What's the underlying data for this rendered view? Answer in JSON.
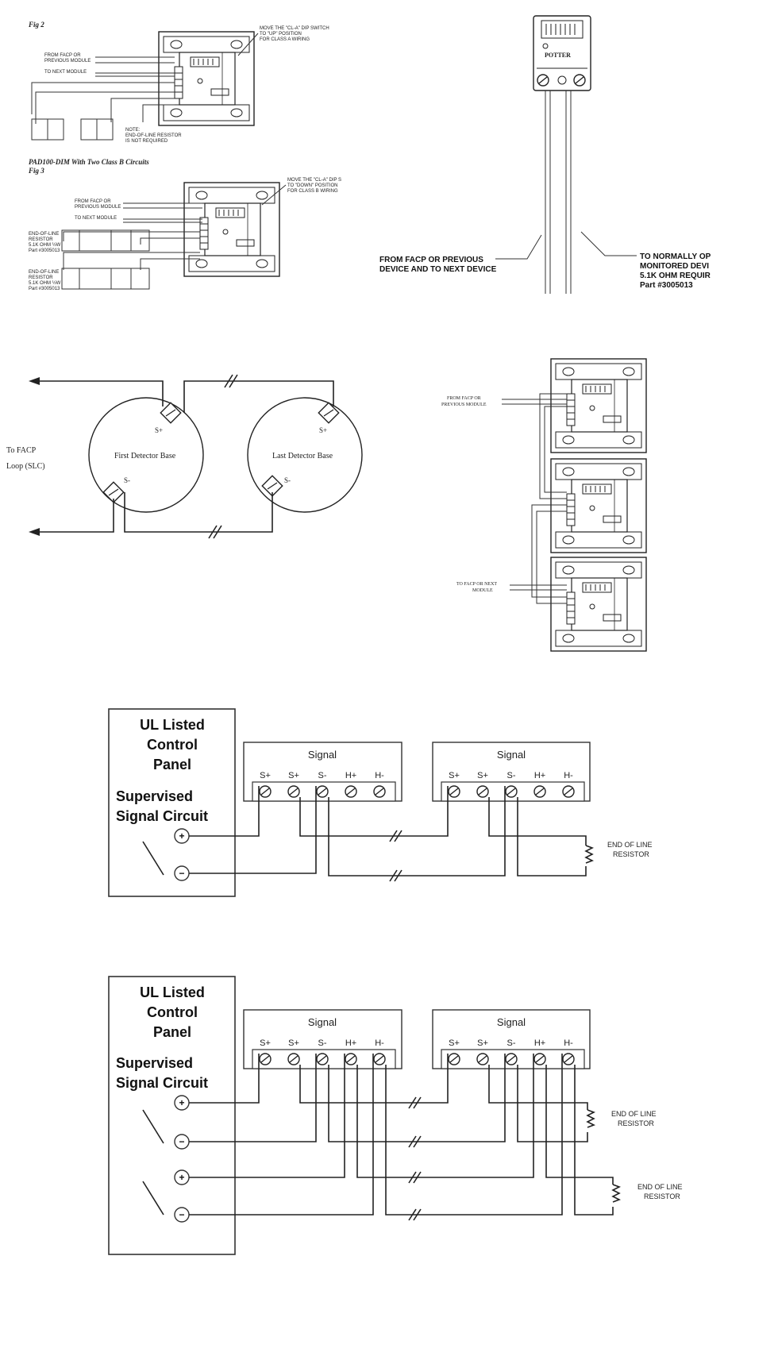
{
  "fig2": {
    "label": "Fig 2",
    "dip_note": [
      "MOVE THE \"CL-A\" DIP SWITCH",
      "TO \"UP\" POSITION",
      "FOR CLASS A WIRING"
    ],
    "from_facp": [
      "FROM FACP OR",
      "PREVIOUS MODULE"
    ],
    "to_next": "TO NEXT MODULE",
    "note": [
      "NOTE:",
      "END-OF-LINE RESISTOR",
      "IS NOT REQUIRED"
    ]
  },
  "fig3": {
    "title": "PAD100-DIM With Two Class B Circuits",
    "label": "Fig 3",
    "dip_note": [
      "MOVE THE \"CL-A\" DIP S",
      "TO \"DOWN\" POSITION",
      "FOR CLASS B WIRING"
    ],
    "from_facp": [
      "FROM FACP OR",
      "PREVIOUS MODULE"
    ],
    "to_next": "TO NEXT MODULE",
    "eol1": [
      "END-OF-LINE",
      "RESISTOR",
      "5.1K OHM ½W",
      "Part #3005013"
    ],
    "eol2": [
      "END-OF-LINE",
      "RESISTOR",
      "5.1K OHM ½W",
      "Part #3005013"
    ]
  },
  "pigtail": {
    "brand": "POTTER",
    "left_label": [
      "FROM FACP OR PREVIOUS",
      "DEVICE AND TO NEXT DEVICE"
    ],
    "right_label": [
      "TO NORMALLY OP",
      "MONITORED DEVI",
      "5.1K OHM REQUIR",
      "Part #3005013"
    ]
  },
  "detectors": {
    "facp_label": [
      "To FACP",
      "Loop (SLC)"
    ],
    "first": "First Detector Base",
    "last": "Last Detector Base",
    "s_plus": "S+",
    "s_minus": "S-"
  },
  "stack": {
    "from_label": [
      "FROM FACP OR",
      "PREVIOUS MODULE"
    ],
    "to_label": [
      "TO FACP OR NEXT",
      "MODULE"
    ]
  },
  "signal1": {
    "panel": [
      "UL Listed",
      "Control",
      "Panel"
    ],
    "circuit": [
      "Supervised",
      "Signal Circuit"
    ],
    "box_title": "Signal",
    "terminals": [
      "S+",
      "S+",
      "S-",
      "H+",
      "H-"
    ],
    "eol": [
      "END OF LINE",
      "RESISTOR"
    ]
  },
  "signal2": {
    "panel": [
      "UL Listed",
      "Control",
      "Panel"
    ],
    "circuit": [
      "Supervised",
      "Signal Circuit"
    ],
    "box_title": "Signal",
    "terminals": [
      "S+",
      "S+",
      "S-",
      "H+",
      "H-"
    ],
    "eol1": [
      "END OF LINE",
      "RESISTOR"
    ],
    "eol2": [
      "END OF LINE",
      "RESISTOR"
    ]
  }
}
